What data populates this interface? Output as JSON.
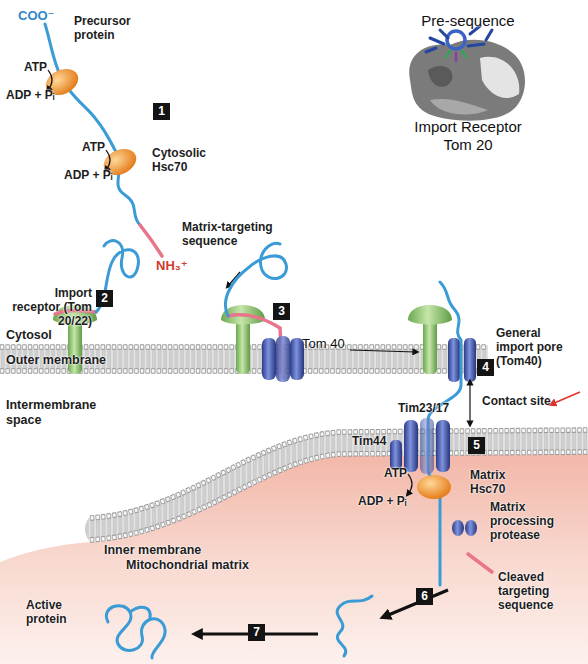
{
  "diagram": {
    "nodes": [
      {
        "text": [
          "1"
        ]
      },
      {
        "text": [
          "2"
        ]
      },
      {
        "text": [
          "3"
        ]
      },
      {
        "text": [
          "4"
        ]
      },
      {
        "text": [
          "5"
        ]
      },
      {
        "text": [
          "6"
        ]
      },
      {
        "text": [
          "7"
        ]
      }
    ],
    "labels": [
      "COO⁻",
      "Precursor protein",
      "ATP",
      "ADP + Pᵢ",
      "ATP",
      "ADP + Pᵢ",
      "Cytosolic Hsc70",
      "Matrix-targeting sequence",
      "NH₃⁺",
      "Pre-sequence",
      "Import Receptor Tom 20",
      "Import receptor (Tom 20/22)",
      "Cytosol",
      "Outer membrane",
      "Tom 40",
      "General import pore (Tom40)",
      "Contact site",
      "Intermembrane space",
      "Tim23/17",
      "Tim44",
      "ATP",
      "ADP + Pᵢ",
      "Matrix Hsc70",
      "Matrix processing protease",
      "Cleaved targeting sequence",
      "Active protein",
      "Inner membrane",
      "Mitochondrial matrix"
    ]
  }
}
